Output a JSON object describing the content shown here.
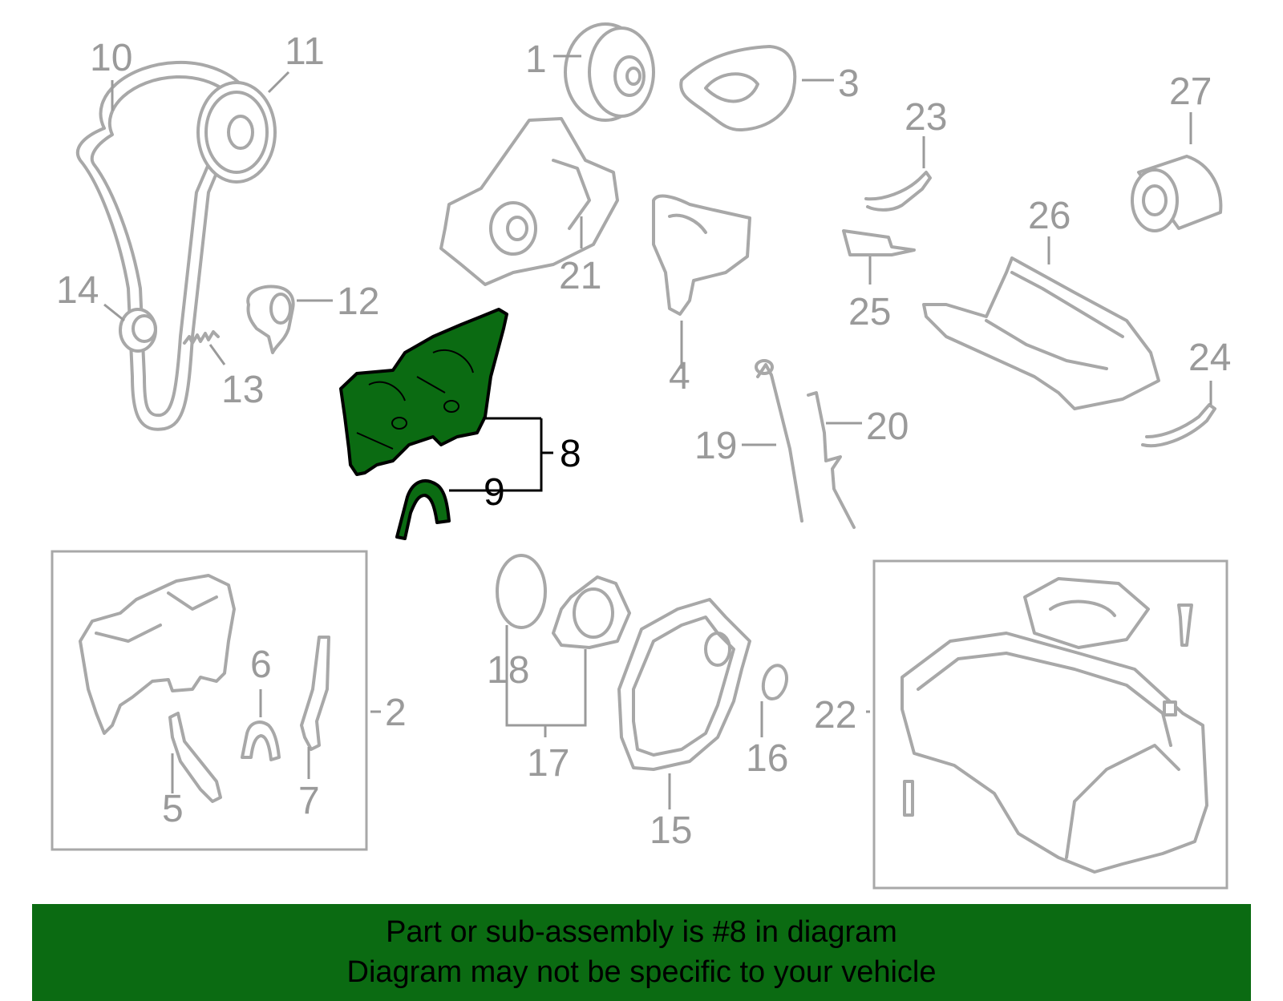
{
  "diagram": {
    "callouts": {
      "c1": "1",
      "c2": "2",
      "c3": "3",
      "c4": "4",
      "c5": "5",
      "c6": "6",
      "c7": "7",
      "c8": "8",
      "c9": "9",
      "c10": "10",
      "c11": "11",
      "c12": "12",
      "c13": "13",
      "c14": "14",
      "c15": "15",
      "c16": "16",
      "c17": "17",
      "c18": "18",
      "c19": "19",
      "c20": "20",
      "c21": "21",
      "c22": "22",
      "c23": "23",
      "c24": "24",
      "c25": "25",
      "c26": "26",
      "c27": "27"
    },
    "highlight_color": "#0b6b12",
    "outline_color": "#a8a8a8"
  },
  "banner": {
    "line1": "Part or sub-assembly is #8 in diagram",
    "line2": "Diagram may not be specific to your vehicle",
    "background": "#0b6b12"
  }
}
